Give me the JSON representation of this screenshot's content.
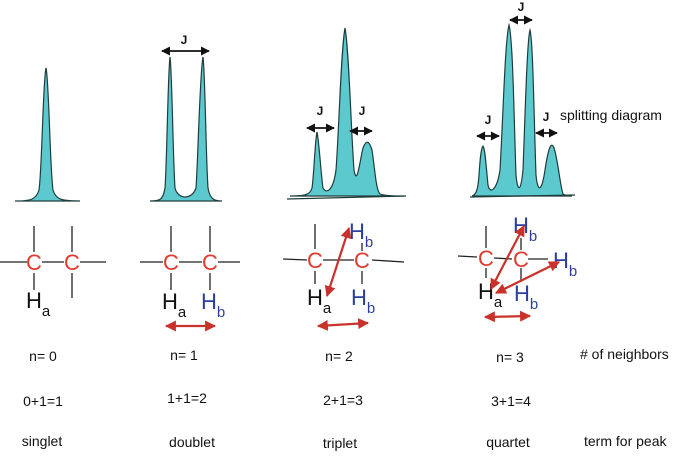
{
  "labels": {
    "splitting_diagram": "splitting diagram",
    "neighbors": "# of neighbors",
    "term_for_peak": "term for peak",
    "j": "J"
  },
  "columns": [
    {
      "n": "n= 0",
      "rule": "0+1=1",
      "term": "singlet"
    },
    {
      "n": "n= 1",
      "rule": "1+1=2",
      "term": "doublet"
    },
    {
      "n": "n= 2",
      "rule": "2+1=3",
      "term": "triplet"
    },
    {
      "n": "n= 3",
      "rule": "3+1=4",
      "term": "quartet"
    }
  ],
  "atoms": {
    "carbon": "C",
    "hydrogen": "H",
    "sub_a": "a",
    "sub_b": "b"
  },
  "colors": {
    "peak_fill": "#5cc9cf",
    "peak_stroke": "#1f3d3d",
    "carbon": "#e03a2f",
    "hb": "#2b3f9e",
    "arrow_red": "#c8322a"
  }
}
